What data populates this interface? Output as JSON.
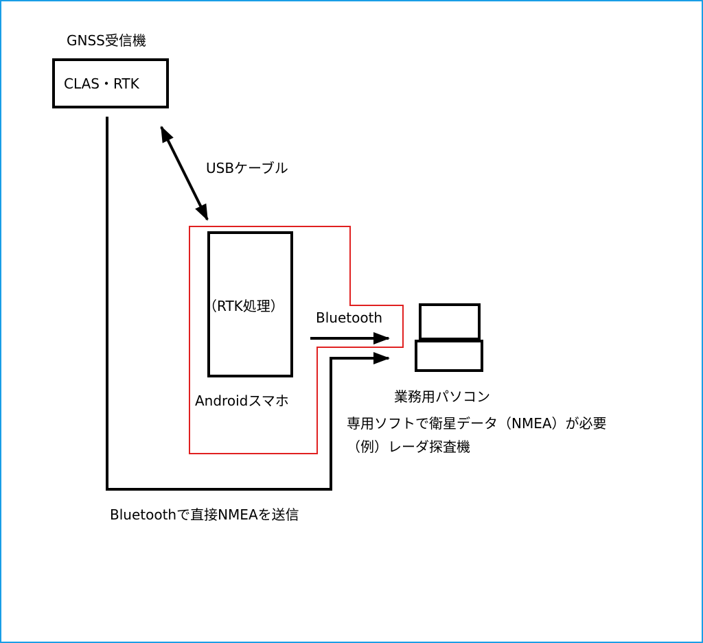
{
  "labels": {
    "gnss_title": "GNSS受信機",
    "gnss_box": "CLAS・RTK",
    "usb_cable": "USBケーブル",
    "rtk_processing": "（RTK処理）",
    "bluetooth": "Bluetooth",
    "android": "Androidスマホ",
    "pc": "業務用パソコン",
    "requirement": "専用ソフトで衛星データ（NMEA）が必要",
    "example": "（例）レーダ探査機",
    "direct_nmea": "Bluetoothで直接NMEAを送信"
  },
  "colors": {
    "frame": "#1a9ee6",
    "outline": "#000000",
    "highlight": "#e02020"
  }
}
